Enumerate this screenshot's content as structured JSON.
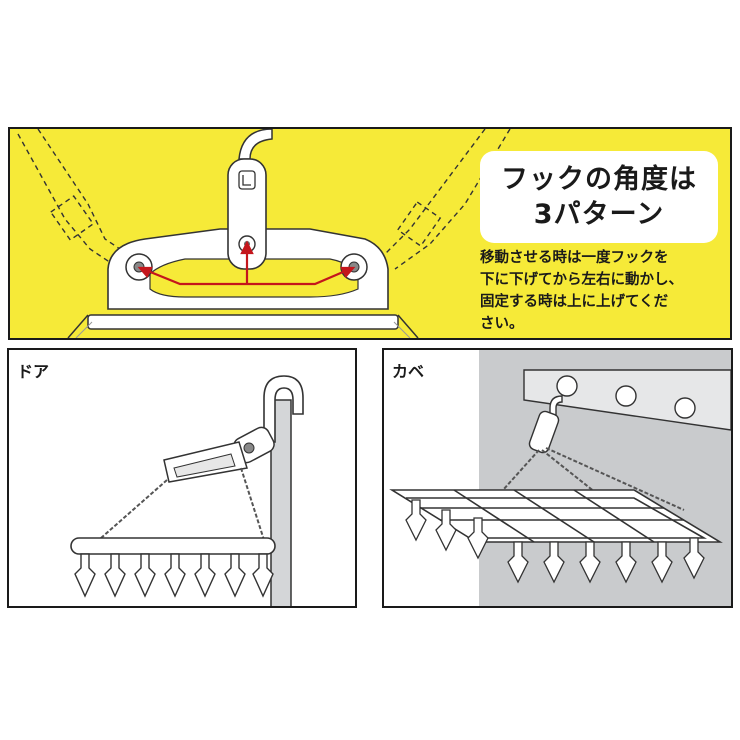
{
  "top": {
    "title_lines": [
      "フックの角度は",
      "3パターン"
    ],
    "description_lines": [
      "移動させる時は一度フックを",
      "下に下げてから左右に動かし、",
      "固定する時は上に上げてくだ",
      "さい。"
    ],
    "background_color": "#f6ea38",
    "arrow_color": "#c4161c"
  },
  "door": {
    "label": "ドア"
  },
  "wall": {
    "label": "カベ",
    "wall_color": "#c9cbcd"
  }
}
